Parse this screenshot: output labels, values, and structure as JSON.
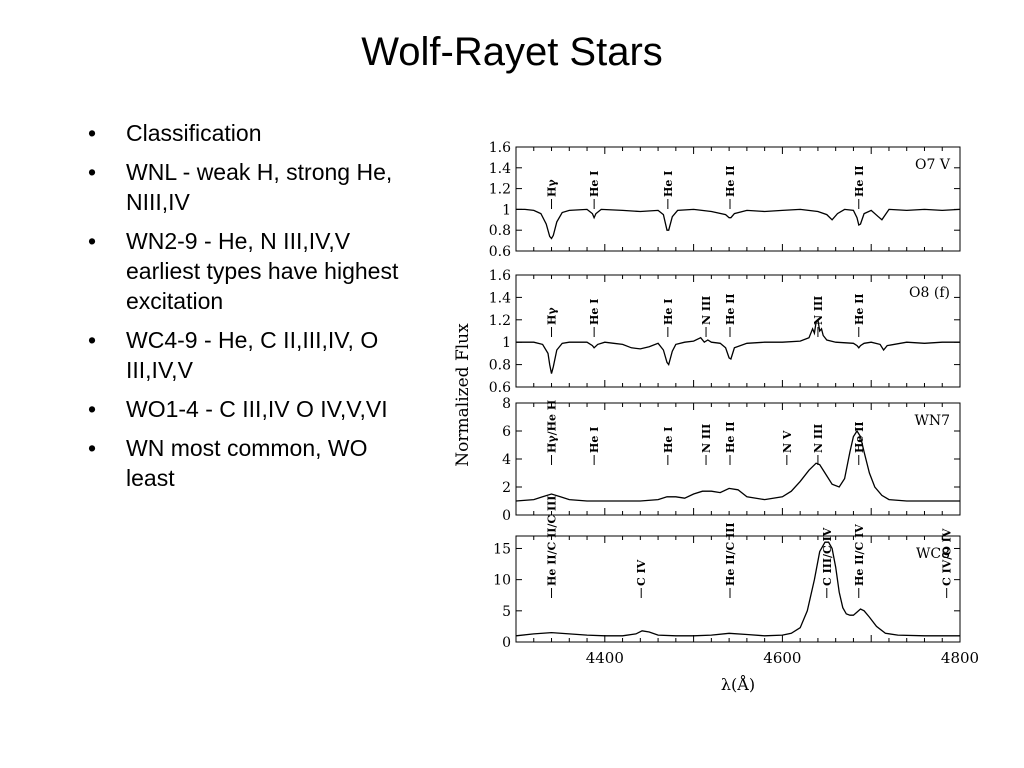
{
  "slide": {
    "title": "Wolf-Rayet Stars",
    "bullets": [
      "Classification",
      "WNL - weak H, strong He, NIII,IV",
      "WN2-9 - He, N III,IV,V earliest types have highest excitation",
      "WC4-9 - He, C II,III,IV, O III,IV,V",
      "WO1-4 - C III,IV O IV,V,VI",
      "WN most common, WO least"
    ],
    "bullet_glyph": "•"
  },
  "chart_data": {
    "type": "line",
    "xlabel": "λ(Å)",
    "ylabel": "Normalized Flux",
    "xlim": [
      4300,
      4800
    ],
    "x_ticks": [
      4400,
      4600,
      4800
    ],
    "line_color": "#000000",
    "panels": [
      {
        "label": "O7 V",
        "ylim": [
          0.6,
          1.6
        ],
        "y_ticks": [
          0.6,
          0.8,
          1,
          1.2,
          1.4,
          1.6
        ],
        "line_labels": [
          {
            "text": "Hγ",
            "x": 4340
          },
          {
            "text": "He I",
            "x": 4388
          },
          {
            "text": "He I",
            "x": 4471
          },
          {
            "text": "He II",
            "x": 4541
          },
          {
            "text": "He II",
            "x": 4686
          }
        ],
        "series": {
          "x": [
            4300,
            4310,
            4320,
            4328,
            4334,
            4338,
            4340,
            4342,
            4346,
            4352,
            4360,
            4380,
            4386,
            4388,
            4390,
            4396,
            4420,
            4440,
            4460,
            4466,
            4470,
            4472,
            4476,
            4482,
            4500,
            4520,
            4536,
            4540,
            4542,
            4546,
            4560,
            4580,
            4600,
            4620,
            4640,
            4650,
            4656,
            4662,
            4670,
            4680,
            4684,
            4686,
            4688,
            4692,
            4700,
            4708,
            4712,
            4716,
            4720,
            4740,
            4760,
            4780,
            4800
          ],
          "y": [
            1.0,
            1.0,
            0.99,
            0.96,
            0.86,
            0.74,
            0.72,
            0.75,
            0.88,
            0.97,
            0.99,
            1.0,
            0.96,
            0.92,
            0.96,
            1.0,
            0.99,
            0.98,
            0.99,
            0.95,
            0.8,
            0.8,
            0.93,
            0.99,
            1.0,
            0.98,
            0.95,
            0.92,
            0.92,
            0.96,
            0.99,
            0.98,
            0.99,
            1.0,
            0.98,
            0.95,
            0.9,
            0.96,
            1.0,
            0.99,
            0.92,
            0.85,
            0.86,
            0.96,
            0.99,
            0.93,
            0.9,
            0.95,
            1.0,
            0.99,
            1.0,
            0.99,
            1.0
          ]
        }
      },
      {
        "label": "O8 (f)",
        "ylim": [
          0.6,
          1.6
        ],
        "y_ticks": [
          0.6,
          0.8,
          1,
          1.2,
          1.4,
          1.6
        ],
        "line_labels": [
          {
            "text": "Hγ",
            "x": 4340
          },
          {
            "text": "He I",
            "x": 4388
          },
          {
            "text": "He I",
            "x": 4471
          },
          {
            "text": "N III",
            "x": 4514
          },
          {
            "text": "He II",
            "x": 4541
          },
          {
            "text": "N III",
            "x": 4640
          },
          {
            "text": "He II",
            "x": 4686
          }
        ],
        "series": {
          "x": [
            4300,
            4320,
            4330,
            4336,
            4338,
            4340,
            4342,
            4346,
            4352,
            4360,
            4380,
            4386,
            4388,
            4392,
            4400,
            4410,
            4420,
            4430,
            4440,
            4450,
            4460,
            4466,
            4470,
            4472,
            4476,
            4480,
            4490,
            4500,
            4508,
            4512,
            4516,
            4520,
            4530,
            4536,
            4540,
            4542,
            4546,
            4560,
            4580,
            4600,
            4620,
            4630,
            4634,
            4636,
            4638,
            4640,
            4642,
            4644,
            4646,
            4650,
            4660,
            4680,
            4684,
            4686,
            4688,
            4692,
            4700,
            4710,
            4714,
            4718,
            4740,
            4760,
            4780,
            4800
          ],
          "y": [
            1.0,
            1.0,
            0.98,
            0.9,
            0.8,
            0.72,
            0.78,
            0.93,
            0.99,
            1.0,
            1.0,
            0.97,
            0.95,
            0.98,
            1.0,
            0.99,
            0.98,
            0.95,
            0.94,
            0.96,
            0.99,
            0.93,
            0.82,
            0.8,
            0.92,
            0.98,
            1.0,
            1.01,
            1.04,
            1.0,
            1.02,
            1.0,
            0.99,
            0.95,
            0.86,
            0.85,
            0.95,
            0.99,
            1.0,
            1.0,
            1.01,
            1.04,
            1.12,
            1.08,
            1.18,
            1.2,
            1.1,
            1.12,
            1.06,
            1.02,
            1.0,
            0.99,
            0.97,
            0.95,
            0.97,
            0.99,
            1.0,
            0.98,
            0.93,
            0.97,
            1.0,
            0.99,
            1.0,
            1.0
          ]
        }
      },
      {
        "label": "WN7",
        "ylim": [
          0,
          8
        ],
        "y_ticks": [
          0,
          2,
          4,
          6,
          8
        ],
        "line_labels": [
          {
            "text": "Hγ/He II",
            "x": 4340
          },
          {
            "text": "He I",
            "x": 4388
          },
          {
            "text": "He I",
            "x": 4471
          },
          {
            "text": "N III",
            "x": 4514
          },
          {
            "text": "He II",
            "x": 4541
          },
          {
            "text": "N V",
            "x": 4605
          },
          {
            "text": "N III",
            "x": 4640
          },
          {
            "text": "He II",
            "x": 4686
          }
        ],
        "series": {
          "x": [
            4300,
            4320,
            4330,
            4340,
            4350,
            4360,
            4380,
            4400,
            4420,
            4440,
            4460,
            4470,
            4480,
            4490,
            4500,
            4510,
            4520,
            4530,
            4540,
            4550,
            4560,
            4580,
            4600,
            4610,
            4620,
            4630,
            4638,
            4642,
            4648,
            4656,
            4664,
            4670,
            4676,
            4680,
            4684,
            4688,
            4692,
            4698,
            4704,
            4712,
            4720,
            4740,
            4760,
            4780,
            4800
          ],
          "y": [
            1.0,
            1.1,
            1.3,
            1.5,
            1.3,
            1.1,
            1.0,
            1.0,
            1.0,
            1.0,
            1.1,
            1.3,
            1.3,
            1.2,
            1.5,
            1.7,
            1.7,
            1.6,
            1.9,
            1.8,
            1.3,
            1.1,
            1.3,
            1.7,
            2.4,
            3.2,
            3.7,
            3.6,
            3.0,
            2.2,
            2.0,
            2.6,
            4.5,
            5.6,
            6.0,
            5.6,
            4.5,
            3.0,
            2.0,
            1.4,
            1.1,
            1.0,
            1.0,
            1.0,
            1.0
          ]
        }
      },
      {
        "label": "WC8",
        "ylim": [
          0,
          17
        ],
        "y_ticks": [
          0,
          5,
          10,
          15
        ],
        "line_labels": [
          {
            "text": "He II/C II/C III",
            "x": 4340
          },
          {
            "text": "C IV",
            "x": 4441
          },
          {
            "text": "He II/C III",
            "x": 4541
          },
          {
            "text": "C III/C IV",
            "x": 4650
          },
          {
            "text": "He II/C IV",
            "x": 4686
          },
          {
            "text": "C IV/O IV",
            "x": 4785
          }
        ],
        "series": {
          "x": [
            4300,
            4320,
            4340,
            4360,
            4380,
            4400,
            4420,
            4435,
            4442,
            4450,
            4460,
            4480,
            4500,
            4520,
            4540,
            4560,
            4580,
            4600,
            4610,
            4620,
            4628,
            4636,
            4642,
            4648,
            4652,
            4656,
            4660,
            4664,
            4668,
            4672,
            4676,
            4680,
            4684,
            4688,
            4692,
            4698,
            4706,
            4716,
            4730,
            4760,
            4780,
            4800
          ],
          "y": [
            1.0,
            1.3,
            1.5,
            1.3,
            1.1,
            1.0,
            1.0,
            1.3,
            1.8,
            1.6,
            1.1,
            1.0,
            1.0,
            1.1,
            1.4,
            1.2,
            1.0,
            1.1,
            1.4,
            2.3,
            5.0,
            10.0,
            14.5,
            16.0,
            16.0,
            15.0,
            12.0,
            8.0,
            5.5,
            4.5,
            4.3,
            4.3,
            4.8,
            5.3,
            5.0,
            4.0,
            2.5,
            1.4,
            1.1,
            1.0,
            1.0,
            1.0
          ]
        }
      }
    ]
  }
}
